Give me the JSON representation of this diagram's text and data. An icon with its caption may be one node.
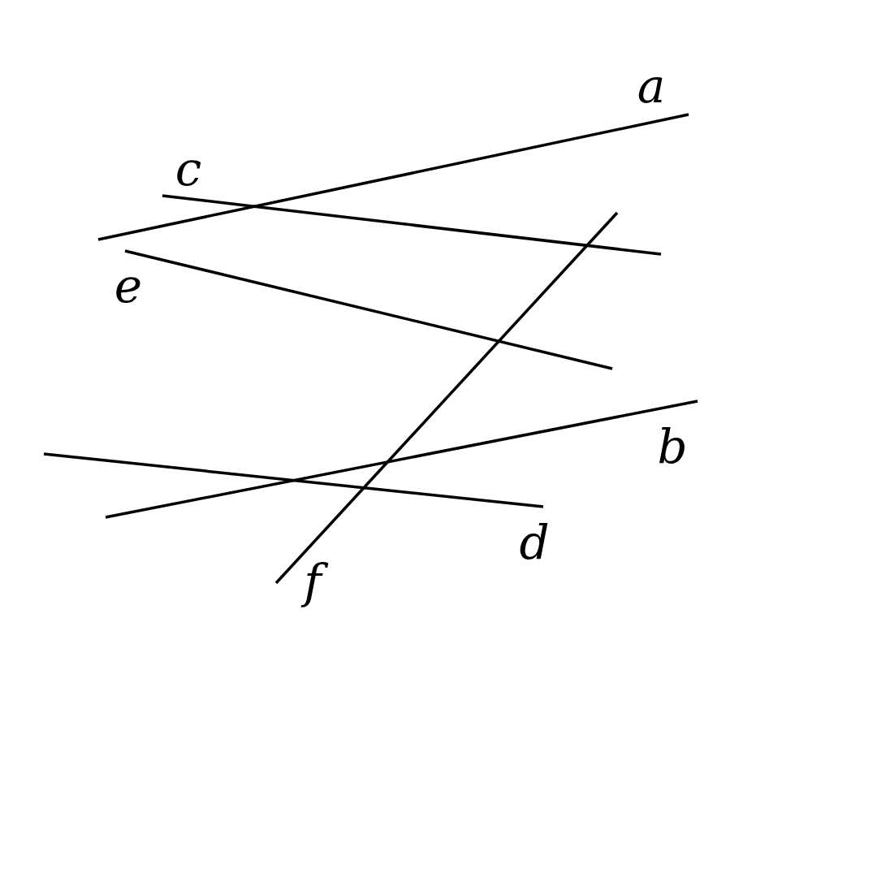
{
  "diagram": {
    "labels": [
      "a",
      "c",
      "e",
      "b",
      "d",
      "f"
    ]
  }
}
